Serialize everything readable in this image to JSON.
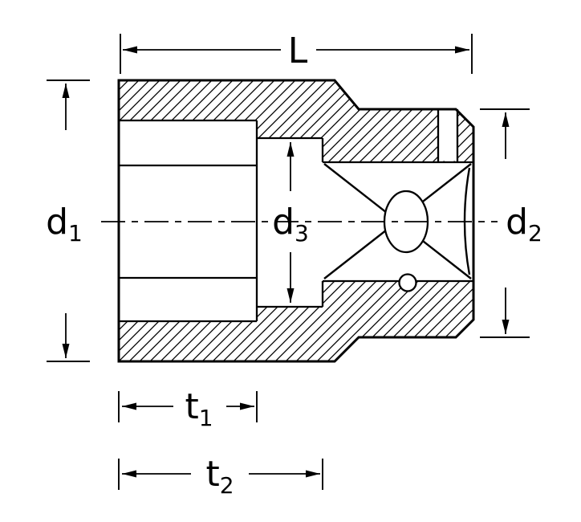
{
  "diagram_type": "technical-section-drawing-socket-wrench",
  "labels": {
    "L": "L",
    "d1": {
      "base": "d",
      "sub": "1"
    },
    "d2": {
      "base": "d",
      "sub": "2"
    },
    "d3": {
      "base": "d",
      "sub": "3"
    },
    "t1": {
      "base": "t",
      "sub": "1"
    },
    "t2": {
      "base": "t",
      "sub": "2"
    }
  },
  "colors": {
    "ink": "#000000",
    "background": "#ffffff"
  }
}
